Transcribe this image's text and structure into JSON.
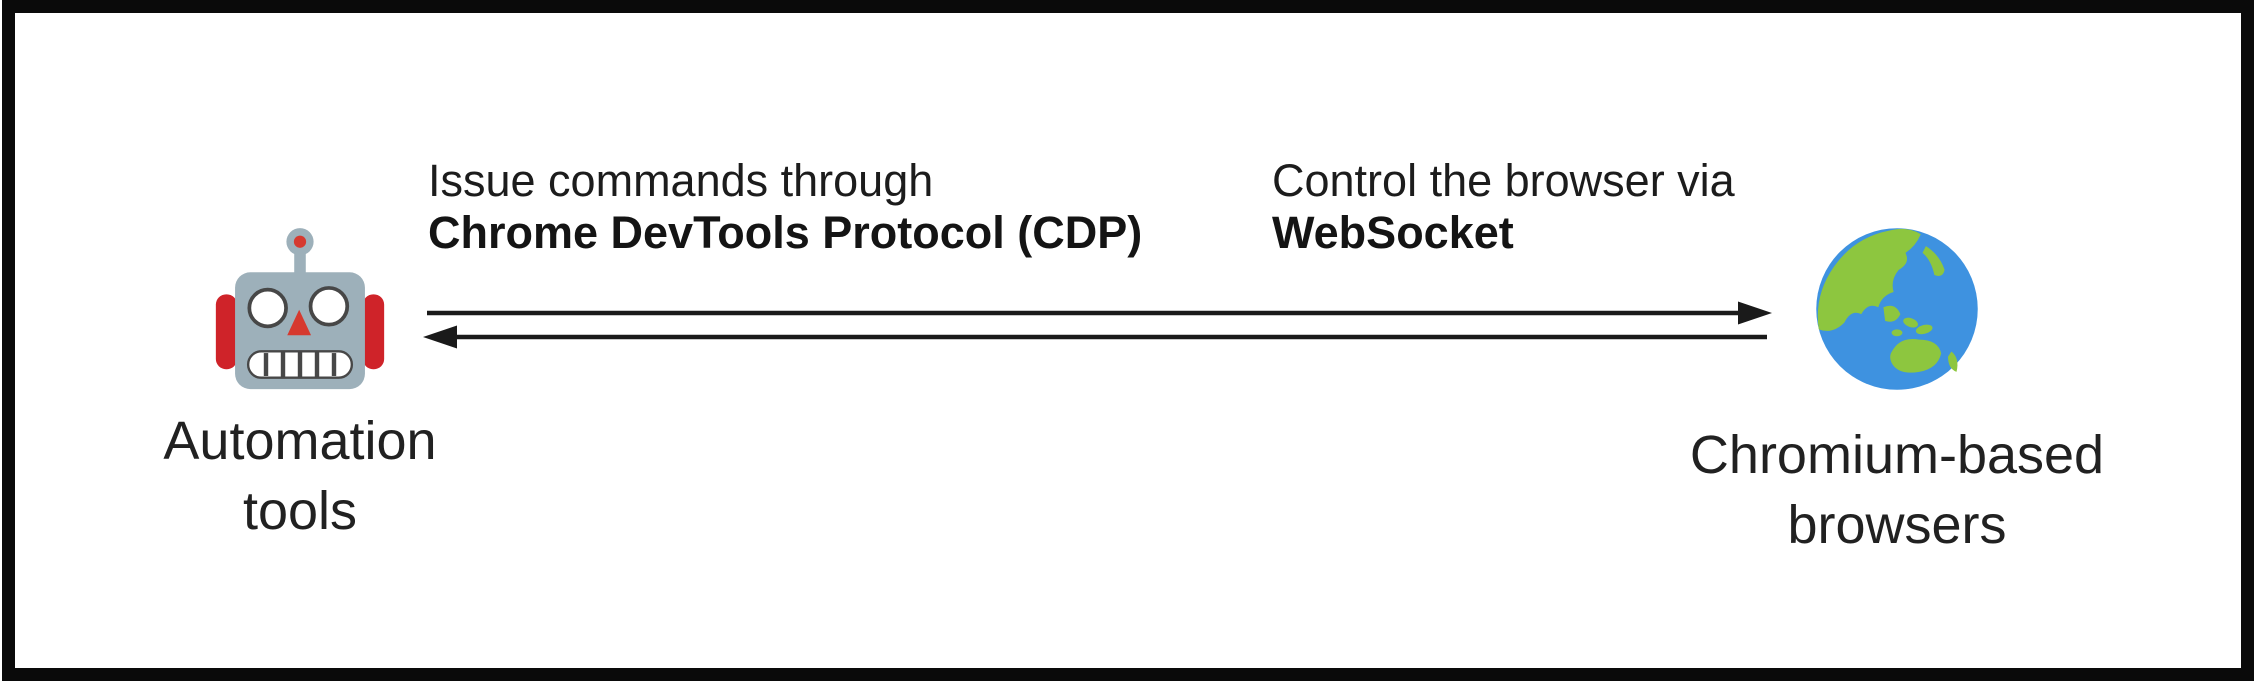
{
  "diagram": {
    "left_node": {
      "icon": "robot-icon",
      "label_line1": "Automation",
      "label_line2": "tools"
    },
    "right_node": {
      "icon": "globe-icon",
      "label_line1": "Chromium-based",
      "label_line2": "browsers"
    },
    "connection": {
      "left_caption": {
        "line1": "Issue commands through",
        "line2_bold": "Chrome DevTools Protocol (CDP)"
      },
      "right_caption": {
        "line1": "Control the browser via",
        "line2_bold": "WebSocket"
      },
      "direction": "bidirectional"
    },
    "colors": {
      "frame_border": "#0a0a0a",
      "arrow": "#1a1a1a",
      "text": "#1c1c1c",
      "robot_head": "#9db0ba",
      "robot_accent_red": "#cf2329",
      "globe_ocean_blue": "#3e92e0",
      "globe_land_green": "#8dc63f"
    }
  }
}
